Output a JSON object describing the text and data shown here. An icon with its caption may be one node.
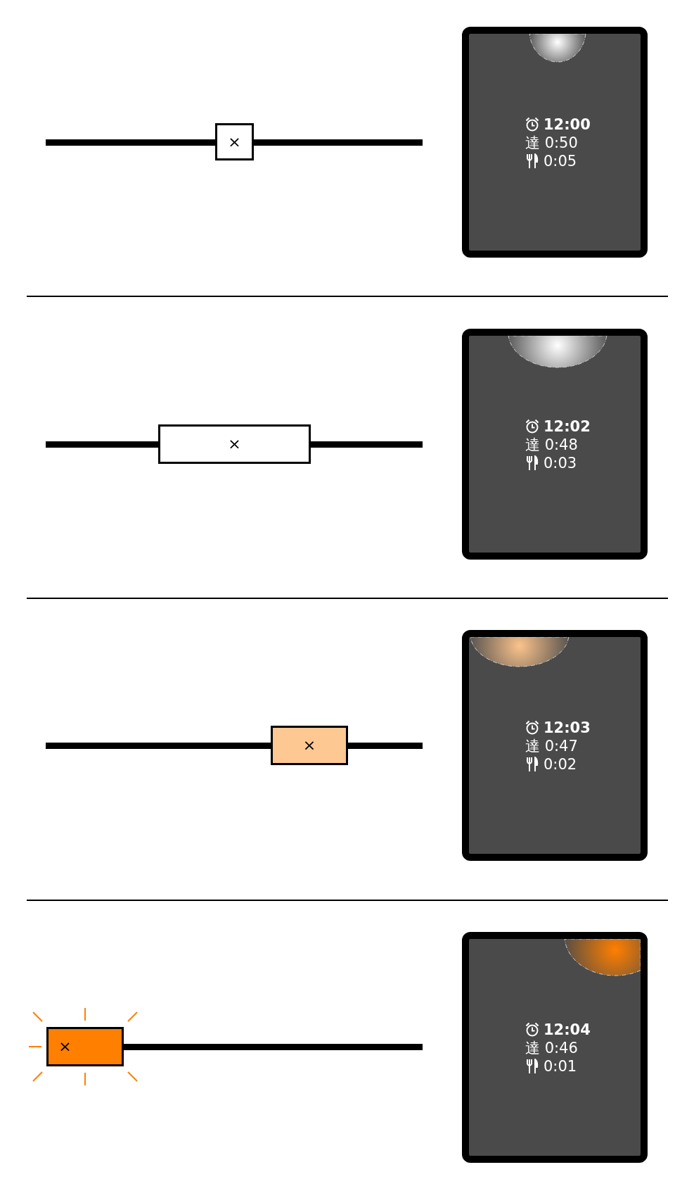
{
  "diagram": {
    "nodes": [
      {
        "text": [
          "×"
        ]
      },
      {
        "text": [
          "12:00",
          "達 0:50",
          "0:05"
        ]
      },
      {
        "text": [
          "×"
        ]
      },
      {
        "text": [
          "12:02",
          "達 0:48",
          "0:03"
        ]
      },
      {
        "text": [
          "×"
        ]
      },
      {
        "text": [
          "12:03",
          "達 0:47",
          "0:02"
        ]
      },
      {
        "text": [
          "×"
        ]
      },
      {
        "text": [
          "12:04",
          "達 0:46",
          "0:01"
        ]
      },
      {
        "text": [],
        "shape": "circle",
        "in": 1
      },
      {
        "text": [],
        "shape": "circle",
        "in": 3
      },
      {
        "text": [],
        "shape": "circle",
        "in": 5
      },
      {
        "text": [],
        "shape": "circle",
        "in": 7
      }
    ]
  }
}
